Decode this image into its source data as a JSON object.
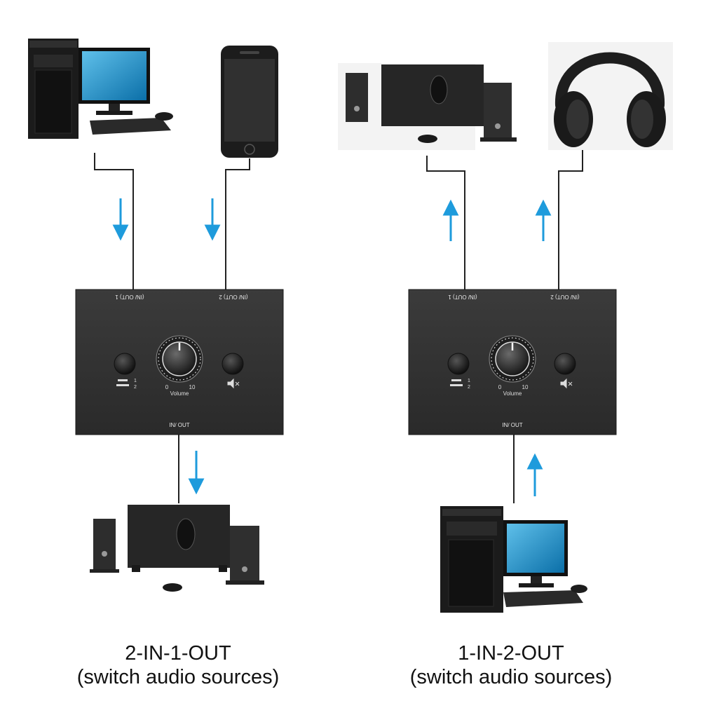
{
  "switch_labels": {
    "port1": "(IN/ OUT) 1",
    "port2": "(IN/ OUT) 2",
    "in_out": "IN/ OUT",
    "sel_1": "1",
    "sel_2": "2",
    "vol_min": "0",
    "vol_max": "10",
    "volume": "Volume"
  },
  "captions": {
    "left_line1": "2-IN-1-OUT",
    "left_line2": "(switch audio sources)",
    "right_line1": "1-IN-2-OUT",
    "right_line2": "(switch audio sources)"
  },
  "colors": {
    "arrow": "#1e9bdc",
    "wire": "#222222",
    "device": "#3a3a3a"
  }
}
